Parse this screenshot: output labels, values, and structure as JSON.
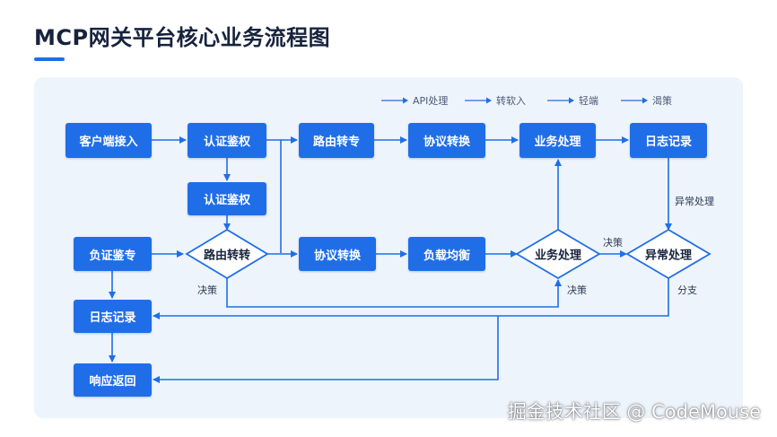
{
  "title": "MCP网关平台核心业务流程图",
  "legend": [
    "API处理",
    "转软入",
    "轻端",
    "渴策"
  ],
  "nodes": {
    "client_access": "客户端接入",
    "auth_top": "认证鉴权",
    "auth_mid": "认证鉴权",
    "route_top": "路由转专",
    "protocol_top": "协议转换",
    "business_top": "业务处理",
    "log_top": "日志记录",
    "auth_left": "负证鉴专",
    "route_diamond": "路由转转",
    "protocol_mid": "协议转换",
    "load_balance": "负载均衡",
    "business_diamond": "业务处理",
    "exception_diamond": "异常处理",
    "log_left": "日志记录",
    "response": "响应返回"
  },
  "annotations": {
    "exception_handling": "异常处理",
    "decision_left": "决策",
    "decision_mid": "决策",
    "decision_right": "决策",
    "branch": "分支"
  },
  "colors": {
    "node": "#1f6ee8",
    "line": "#1f6ee8",
    "panel": "#eef4fb",
    "title": "#17233d",
    "diamond_fill": "#ffffff"
  },
  "watermark": "掘金技术社区 @ CodeMouse"
}
